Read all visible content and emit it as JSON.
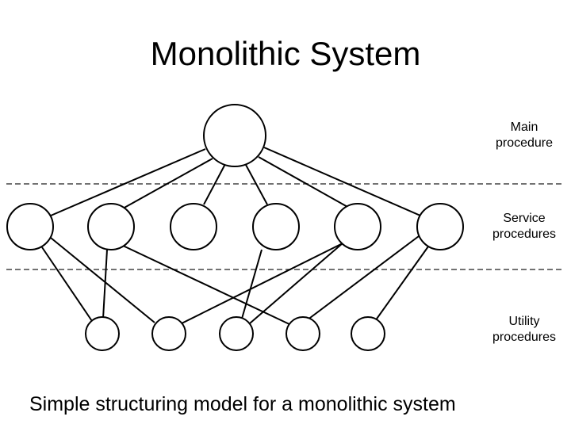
{
  "title": "Monolithic System",
  "caption": "Simple structuring model for a monolithic system",
  "layers": [
    {
      "line1": "Main",
      "line2": "procedure"
    },
    {
      "line1": "Service",
      "line2": "procedures"
    },
    {
      "line1": "Utility",
      "line2": "procedures"
    }
  ]
}
